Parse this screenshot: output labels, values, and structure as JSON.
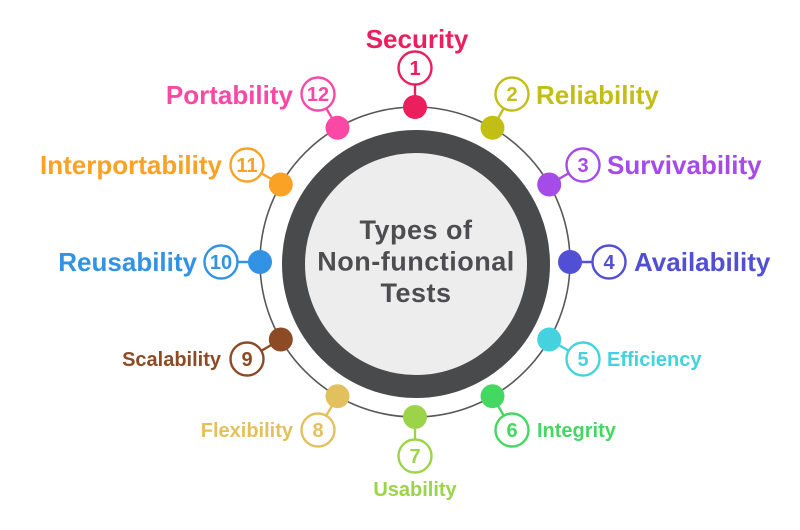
{
  "title": "Types of Non-functional Tests",
  "center": {
    "lines": [
      "Types of",
      "Non-functional",
      "Tests"
    ],
    "text_color": "#4d4d4f",
    "ring_color": "#494a4b",
    "fill_color": "#ededee"
  },
  "outer_ring_color": "#57585a",
  "items": [
    {
      "number": "1",
      "label": "Security",
      "color": "#eb1e5e"
    },
    {
      "number": "2",
      "label": "Reliability",
      "color": "#c2be16"
    },
    {
      "number": "3",
      "label": "Survivability",
      "color": "#a44be8"
    },
    {
      "number": "4",
      "label": "Availability",
      "color": "#514fd3"
    },
    {
      "number": "5",
      "label": "Efficiency",
      "color": "#44d2df"
    },
    {
      "number": "6",
      "label": "Integrity",
      "color": "#44d862"
    },
    {
      "number": "7",
      "label": "Usability",
      "color": "#9bd449"
    },
    {
      "number": "8",
      "label": "Flexibility",
      "color": "#e3c05e"
    },
    {
      "number": "9",
      "label": "Scalability",
      "color": "#8c4a25"
    },
    {
      "number": "10",
      "label": "Reusability",
      "color": "#3292e4"
    },
    {
      "number": "11",
      "label": "Interportability",
      "color": "#f9a226"
    },
    {
      "number": "12",
      "label": "Portability",
      "color": "#fb48a4"
    }
  ]
}
